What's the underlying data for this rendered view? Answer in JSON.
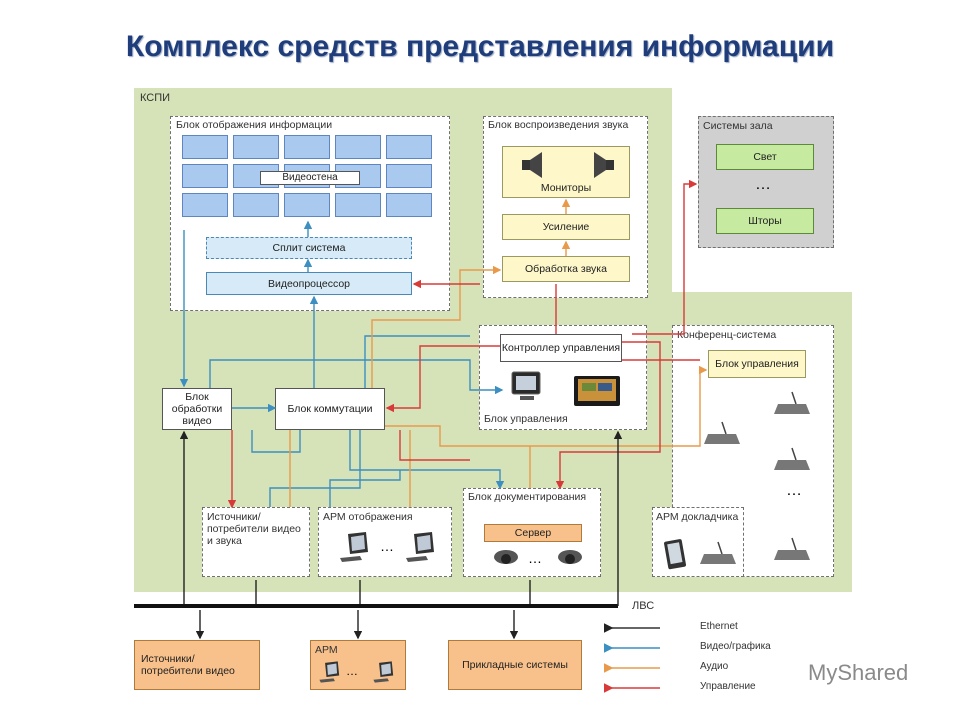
{
  "title": "Комплекс средств представления информации",
  "kspi": "КСПИ",
  "display_block": {
    "label": "Блок отображения информации",
    "videowall": "Видеостена",
    "split": "Сплит система",
    "videoprocessor": "Видеопроцессор"
  },
  "sound_block": {
    "label": "Блок воспроизведения звука",
    "monitors": "Мониторы",
    "amplification": "Усиление",
    "processing": "Обработка звука"
  },
  "hall_systems": {
    "label": "Системы зала",
    "light": "Свет",
    "dots": "…",
    "curtains": "Шторы"
  },
  "control": {
    "controller": "Контроллер управления",
    "block_label": "Блок управления"
  },
  "conference": {
    "label": "Конференц-система",
    "control_block": "Блок управления",
    "dots": "…",
    "arm_speaker": "АРМ докладчика"
  },
  "video_processing": "Блок обработки видео",
  "switching": "Блок коммутации",
  "sources_av": "Источники/ потребители видео и звука",
  "arm_display": "АРМ отображения",
  "arm_dots": "…",
  "doc_block": {
    "label": "Блок документирования",
    "server": "Сервер",
    "dots": "…"
  },
  "lvs": "ЛВС",
  "external": {
    "sources_video": "Источники/ потребители видео",
    "arm": "АРМ",
    "arm_dots": "…",
    "applied": "Прикладные системы"
  },
  "legend": [
    {
      "label": "Ethernet",
      "color": "#333333"
    },
    {
      "label": "Видео/графика",
      "color": "#3c8fc0"
    },
    {
      "label": "Аудио",
      "color": "#e89a4a"
    },
    {
      "label": "Управление",
      "color": "#d83a3a"
    }
  ],
  "watermark": "MyShared",
  "colors": {
    "ethernet": "#333333",
    "video": "#3c8fc0",
    "audio": "#e89a4a",
    "control": "#d83a3a",
    "panel": "#d6e3b8"
  }
}
